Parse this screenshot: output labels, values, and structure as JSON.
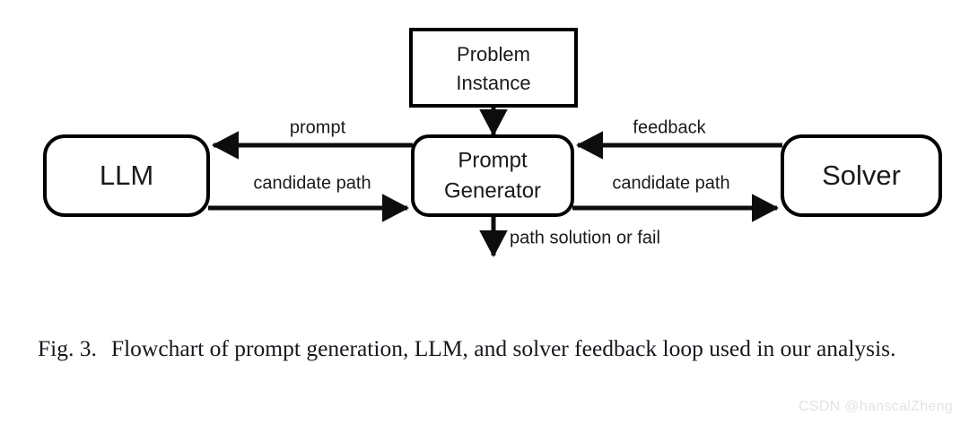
{
  "figure": {
    "nodes": {
      "problem_instance": {
        "line1": "Problem",
        "line2": "Instance"
      },
      "llm": {
        "label": "LLM"
      },
      "prompt_generator": {
        "line1": "Prompt",
        "line2": "Generator"
      },
      "solver": {
        "label": "Solver"
      }
    },
    "edges": {
      "instance_to_generator": "",
      "generator_to_llm": "prompt",
      "llm_to_generator": "candidate path",
      "solver_to_generator": "feedback",
      "generator_to_solver": "candidate path",
      "generator_output": "path solution or fail"
    },
    "colors": {
      "stroke": "#0d0d0d",
      "box_fill": "#ffffff",
      "text": "#1a1a1a",
      "background": "#ffffff"
    }
  },
  "caption": {
    "figure_number": "Fig. 3.",
    "text": "Flowchart of prompt generation, LLM, and solver feedback loop used in our analysis."
  },
  "watermark": {
    "text": "CSDN @hanscalZheng"
  }
}
